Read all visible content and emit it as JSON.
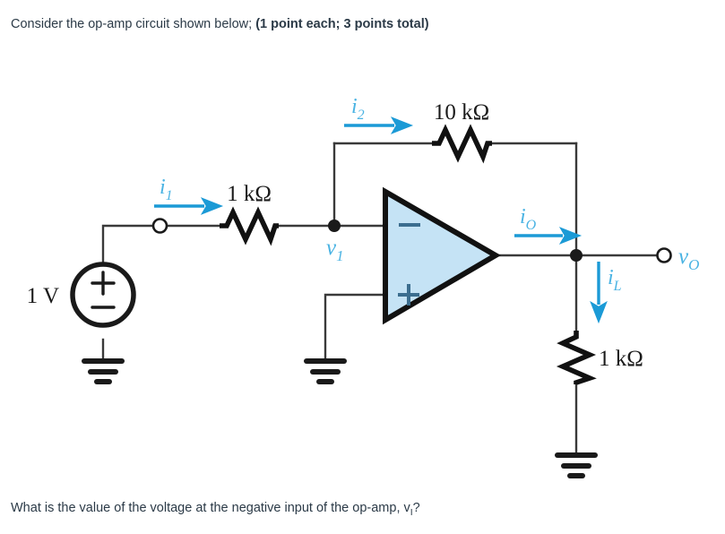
{
  "question": {
    "top_prefix": "Consider the op-amp circuit shown below; ",
    "top_bold": "(1 point each; 3 points total)",
    "bottom_prefix": "What is the value of the voltage at the negative input of the op-amp, v",
    "bottom_subscript": "I",
    "bottom_suffix": "?"
  },
  "colors": {
    "text": "#2b3a47",
    "wire": "#3a3a3a",
    "component": "#1a1a1a",
    "accent_blue": "#1b9ad6",
    "label_blue": "#4ab3e3",
    "opamp_fill": "#c5e3f5",
    "opamp_stroke": "#111111",
    "opamp_sign": "#3c6e8f",
    "background": "#ffffff"
  },
  "circuit": {
    "title": "inverting op-amp circuit",
    "source": {
      "name": "independent voltage source",
      "label": "1 V",
      "plus": "+",
      "minus": "−"
    },
    "currents": [
      {
        "id": "i1",
        "symbol": "i",
        "subscript": "1",
        "direction": "right"
      },
      {
        "id": "i2",
        "symbol": "i",
        "subscript": "2",
        "direction": "right"
      },
      {
        "id": "io",
        "symbol": "i",
        "subscript": "O",
        "direction": "right"
      },
      {
        "id": "iL",
        "symbol": "i",
        "subscript": "L",
        "direction": "down"
      }
    ],
    "voltages": [
      {
        "id": "v1",
        "symbol": "v",
        "subscript": "1"
      },
      {
        "id": "vo",
        "symbol": "v",
        "subscript": "O"
      }
    ],
    "resistors": [
      {
        "id": "r-input",
        "label": "1 kΩ",
        "orientation": "horizontal"
      },
      {
        "id": "r-feedback",
        "label": "10 kΩ",
        "orientation": "horizontal"
      },
      {
        "id": "r-load",
        "label": "1 kΩ",
        "orientation": "vertical"
      }
    ],
    "opamp": {
      "inverting_sign": "−",
      "noninverting_sign": "+"
    },
    "grounds": 3
  }
}
